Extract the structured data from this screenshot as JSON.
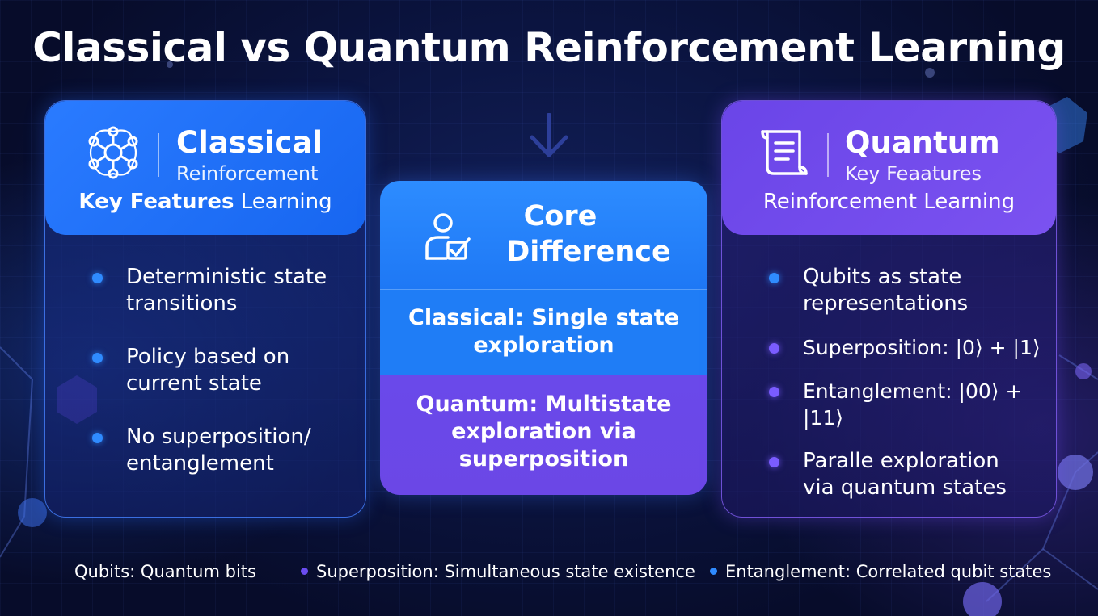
{
  "title": "Classical vs Quantum Reinforcement Learning",
  "classical": {
    "icon": "neural-network-icon",
    "title": "Classical",
    "subtitle": "Reinforcement",
    "line3_bold": "Key Features",
    "line3_rest": " Learning",
    "bullets": [
      [
        "Deterministic state",
        "transitions"
      ],
      [
        "Policy based on",
        "current state"
      ],
      [
        "No superposition/",
        "entanglement"
      ]
    ]
  },
  "core": {
    "icon": "user-check-icon",
    "title_line1": "Core",
    "title_line2": "Difference",
    "classical_line1": "Classical: Single state",
    "classical_line2": "exploration",
    "quantum_line1": "Quantum: Multistate",
    "quantum_line2": "exploration via",
    "quantum_line3": "superposition"
  },
  "quantum": {
    "icon": "document-scroll-icon",
    "title": "Quantum",
    "subtitle": "Key Feaatures",
    "line3": "Reinforcement Learning",
    "bullets": [
      [
        "Qubits as state",
        "representations"
      ],
      [
        "Superposition: |0⟩ + |1⟩",
        ""
      ],
      [
        "Entanglement: |00⟩ + |11⟩",
        ""
      ],
      [
        "Paralle exploration",
        "via quantum states"
      ]
    ]
  },
  "legend": [
    {
      "text": "Qubits: Quantum bits",
      "dot": ""
    },
    {
      "text": "Superposition: Simultaneous state existence",
      "dot": "#6a4cf0"
    },
    {
      "text": "Entanglement: Correlated qubit states",
      "dot": "#2f8bff"
    }
  ],
  "colors": {
    "classical_accent": "#2a7bff",
    "quantum_accent": "#6a45e8",
    "background": "#0b1440"
  }
}
